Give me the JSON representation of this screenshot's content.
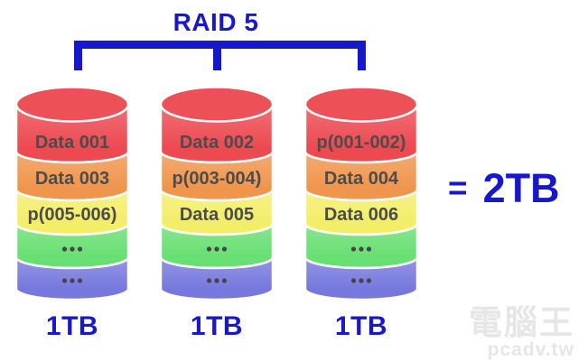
{
  "title": "RAID 5",
  "equals": {
    "sign": "=",
    "total": "2TB"
  },
  "colors": {
    "accent_blue": "#1717CE",
    "band_red": "#EC4950",
    "band_orange": "#F0954C",
    "band_yellow": "#F2EE68",
    "band_green": "#68DF72",
    "band_blue": "#7678DE",
    "label_text": "#4C4C4C",
    "dot_color": "#454545",
    "separator_white": "#FFFFFF",
    "watermark_gray": "#E6E6E6"
  },
  "disks": [
    {
      "capacity": "1TB",
      "blocks": [
        "Data 001",
        "Data 003",
        "p(005-006)",
        "...",
        "..."
      ]
    },
    {
      "capacity": "1TB",
      "blocks": [
        "Data 002",
        "p(003-004)",
        "Data 005",
        "...",
        "..."
      ]
    },
    {
      "capacity": "1TB",
      "blocks": [
        "p(001-002)",
        "Data 004",
        "Data 006",
        "...",
        "..."
      ]
    }
  ],
  "watermark": {
    "logo": "電腦王",
    "site": "pcadv.tw"
  }
}
